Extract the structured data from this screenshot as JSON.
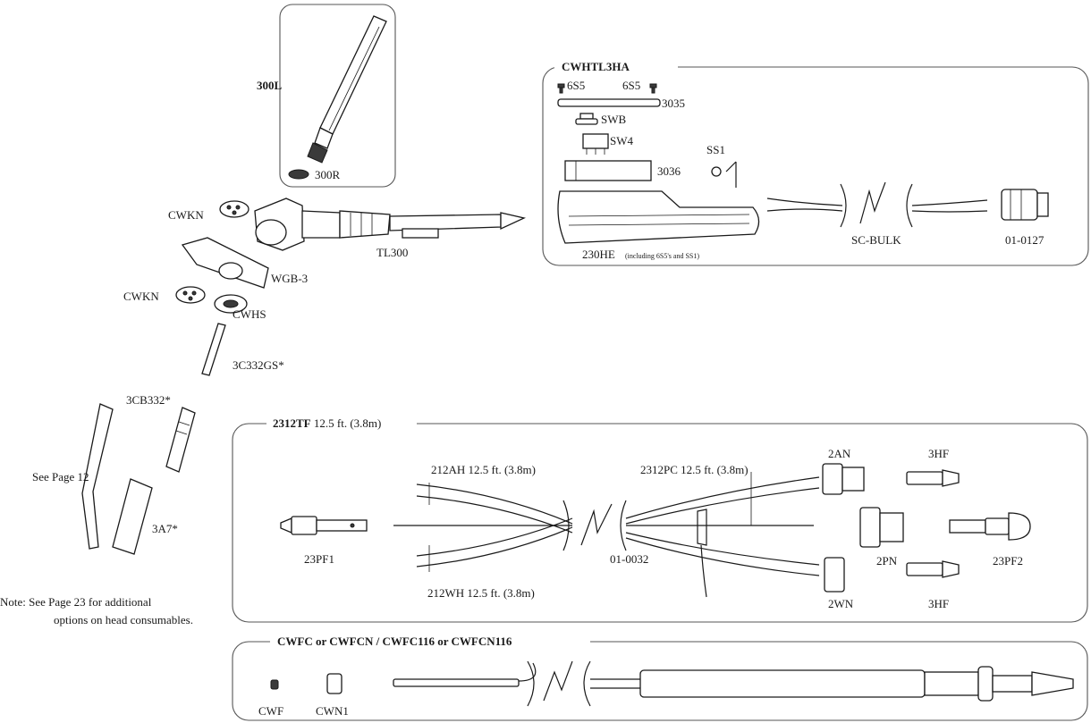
{
  "groups": {
    "cwhtl3ha": {
      "title": "CWHTL3HA"
    },
    "tf": {
      "title": "2312TF",
      "length": "12.5 ft. (3.8m)"
    },
    "cwfc": {
      "title": "CWFC or CWFCN / CWFC116 or CWFCN116"
    }
  },
  "labels": {
    "300L": "300L",
    "300R": "300R",
    "CWKN_top": "CWKN",
    "TL300": "TL300",
    "WGB3": "WGB-3",
    "CWKN_mid": "CWKN",
    "CWHS": "CWHS",
    "3C332GS": "3C332GS*",
    "3CB332": "3CB332*",
    "seepage12": "See Page 12",
    "3A7": "3A7*",
    "note_line1": "Note:  See Page 23 for additional",
    "note_line2": "options on head consumables.",
    "6S5_left": "6S5",
    "6S5_right": "6S5",
    "3035": "3035",
    "SWB": "SWB",
    "SW4": "SW4",
    "SS1": "SS1",
    "3036": "3036",
    "230HE": "230HE",
    "230HE_note": "(including 6S5's and SS1)",
    "SCBULK": "SC-BULK",
    "010127": "01-0127",
    "212AH": "212AH 12.5 ft. (3.8m)",
    "2312PC": "2312PC 12.5 ft. (3.8m)",
    "23PF1": "23PF1",
    "010032": "01-0032",
    "212WH": "212WH 12.5 ft. (3.8m)",
    "2AN": "2AN",
    "3HF_top": "3HF",
    "2PN": "2PN",
    "23PF2": "23PF2",
    "2WN": "2WN",
    "3HF_bottom": "3HF",
    "CWF": "CWF",
    "CWN1": "CWN1"
  }
}
